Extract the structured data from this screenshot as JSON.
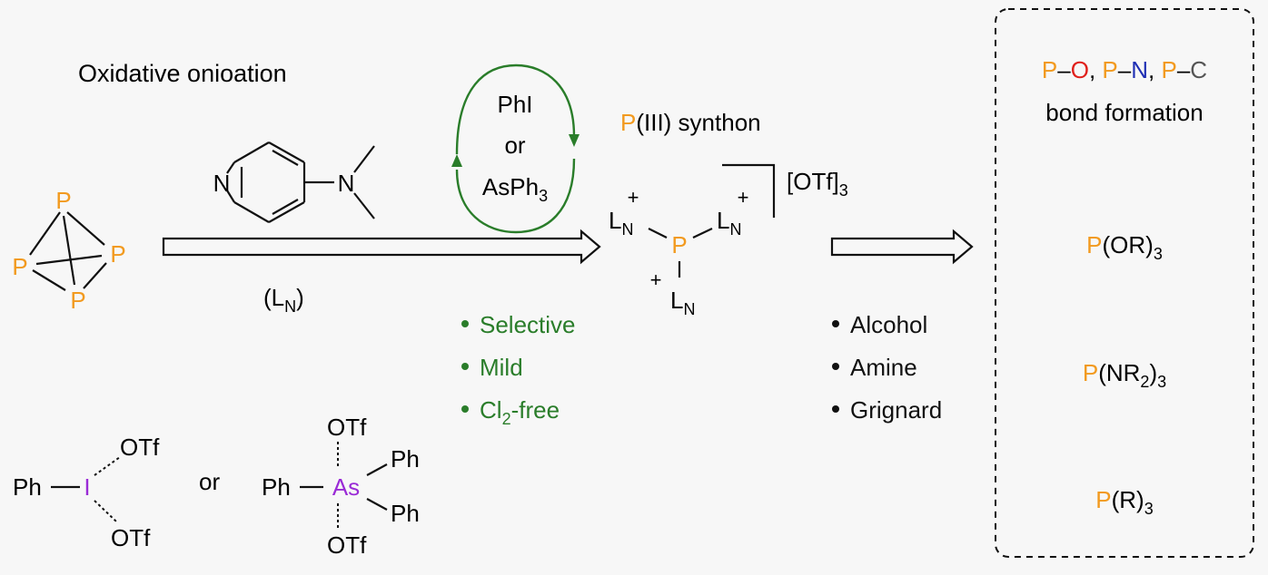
{
  "colors": {
    "phosphorus": "#f29a1f",
    "oxygen": "#e0201b",
    "nitrogen": "#1f2fb4",
    "carbon": "#555555",
    "green": "#2a7d2a",
    "purple": "#9a2bd6",
    "black": "#111111"
  },
  "header": {
    "title": "Oxidative onioation"
  },
  "p4": {
    "atom": "P"
  },
  "reagent": {
    "dmap_n_ring": "N",
    "dmap_n_amine": "N",
    "ligand_label_open": "(L",
    "ligand_label_sub": "N",
    "ligand_label_close": ")"
  },
  "catalyst": {
    "line1": "PhI",
    "line2": "or",
    "line3_main": "AsPh",
    "line3_sub": "3"
  },
  "conditions": [
    {
      "text": "Selective"
    },
    {
      "text": "Mild"
    },
    {
      "text_main": "Cl",
      "text_sub": "2",
      "text_rest": "-free"
    }
  ],
  "synthon": {
    "title_p": "P",
    "title_rest": "(III) synthon",
    "center_atom": "P",
    "ligand_main": "L",
    "ligand_sub": "N",
    "charge": "+",
    "counterion_main": "[OTf]",
    "counterion_sub": "3"
  },
  "nucleophiles": [
    {
      "text": "Alcohol"
    },
    {
      "text": "Amine"
    },
    {
      "text": "Grignard"
    }
  ],
  "products": {
    "heading_p1": "P",
    "heading_o": "O",
    "heading_comma1": ",",
    "heading_p2": "P",
    "heading_n": "N",
    "heading_comma2": ",",
    "heading_p3": "P",
    "heading_c": "C",
    "heading_line2": "bond formation",
    "items": [
      {
        "p": "P",
        "main": "(OR)",
        "sub": "3",
        "tail": ""
      },
      {
        "p": "P",
        "main": "(NR",
        "sub": "2",
        "tail": ")",
        "sub2": "3"
      },
      {
        "p": "P",
        "main": "(R)",
        "sub": "3",
        "tail": ""
      }
    ]
  },
  "oxidants": {
    "ph": "Ph",
    "iodine": "I",
    "otf": "OTf",
    "or": "or",
    "arsenic": "As"
  }
}
